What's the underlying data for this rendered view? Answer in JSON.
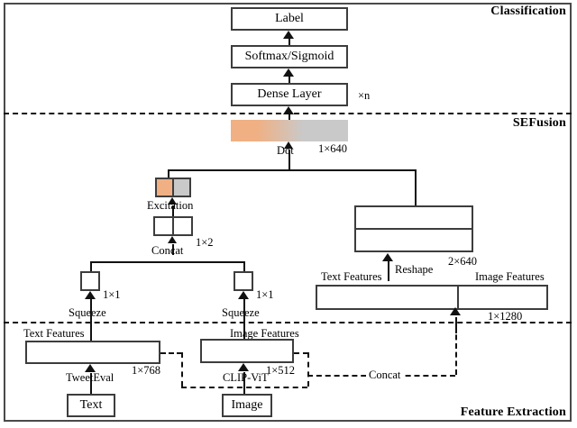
{
  "figure": {
    "title": "Multimodal SEFusion classification architecture",
    "colors": {
      "orange": "#f0b083",
      "gray": "#c9c9c9",
      "line": "#111111",
      "box_border": "#3d3d3d",
      "frame": "#4a4a4a"
    }
  },
  "sections": {
    "classification": {
      "label": "Classification"
    },
    "sefusion": {
      "label": "SEFusion"
    },
    "feature_extraction": {
      "label": "Feature Extraction"
    }
  },
  "classification": {
    "label_box": "Label",
    "activation_box": "Softmax/Sigmoid",
    "dense_box": "Dense Layer",
    "dense_repeat": "×n"
  },
  "sefusion": {
    "dot_op": "Dot",
    "dot_shape": "1×640",
    "excitation_op": "Excitation",
    "concat_op": "Concat",
    "concat_shape": "1×2",
    "squeeze_left_op": "Squeeze",
    "squeeze_left_shape": "1×1",
    "squeeze_right_op": "Squeeze",
    "squeeze_right_shape": "1×1",
    "reshape_op": "Reshape",
    "reshape_shape": "2×640",
    "fused_text_label": "Text Features",
    "fused_image_label": "Image Features",
    "fused_shape": "1×1280"
  },
  "feature_extraction": {
    "text_features_label": "Text Features",
    "text_features_shape": "1×768",
    "text_encoder": "TweetEval",
    "text_input": "Text",
    "image_features_label": "Image Features",
    "image_features_shape": "1×512",
    "image_encoder": "CLIP-ViT",
    "image_input": "Image",
    "concat_op": "Concat"
  }
}
